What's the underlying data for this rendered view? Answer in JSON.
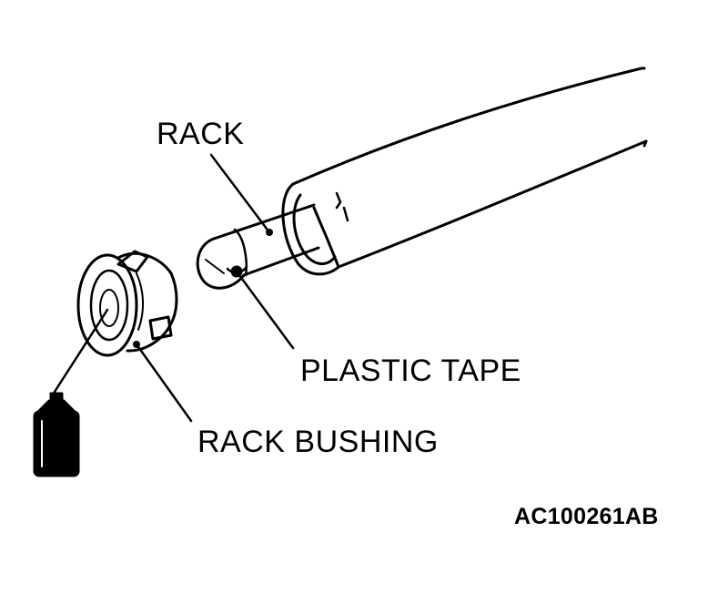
{
  "labels": {
    "rack": "RACK",
    "plastic_tape": "PLASTIC TAPE",
    "rack_bushing": "RACK BUSHING",
    "figure_id": "AC100261AB"
  },
  "colors": {
    "ink": "#000000",
    "paper": "#ffffff"
  }
}
